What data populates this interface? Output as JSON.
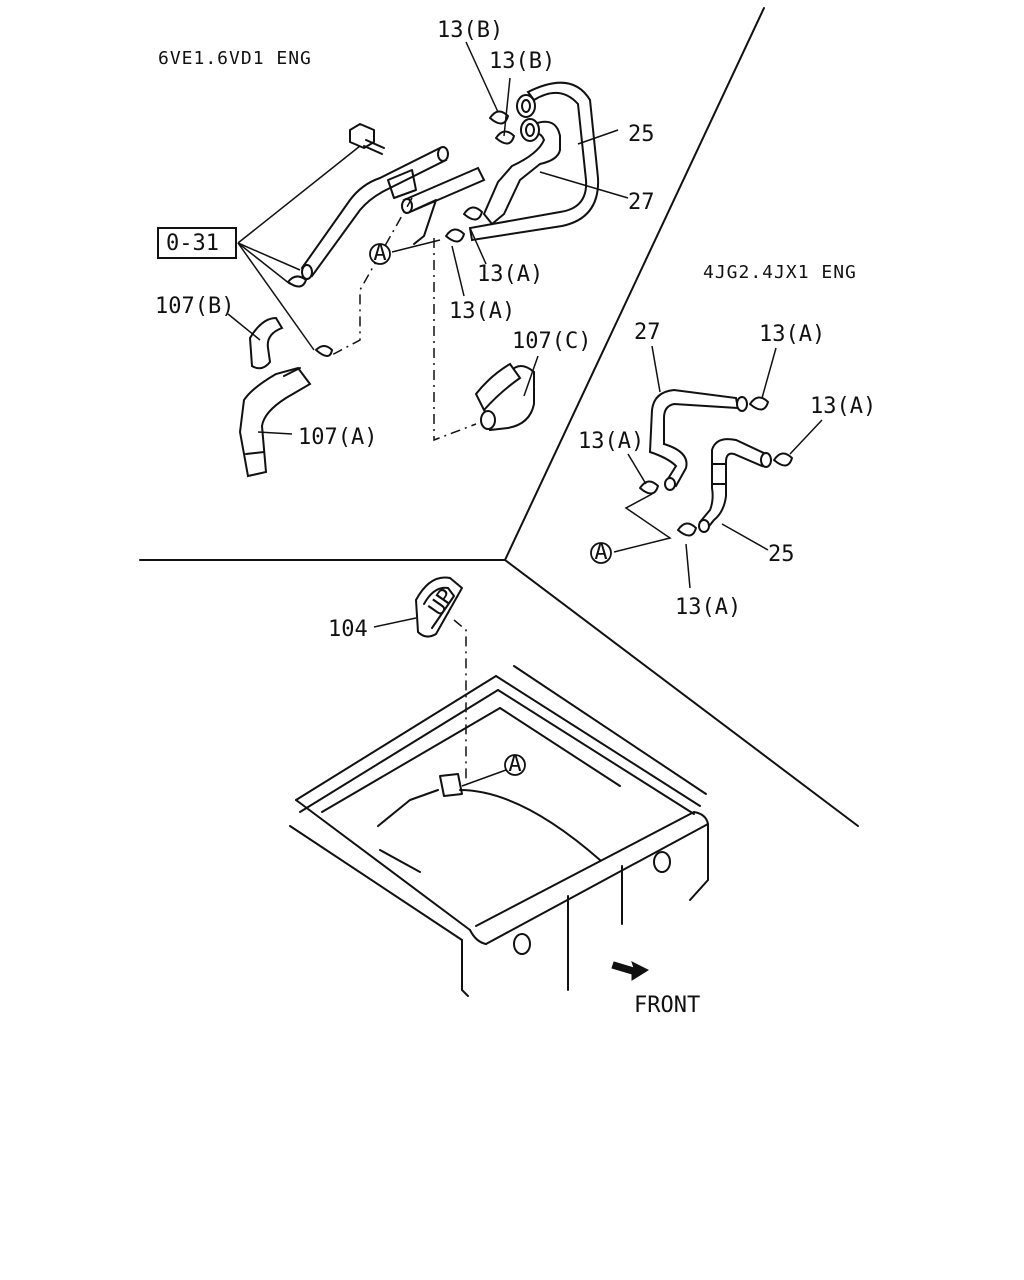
{
  "diagram": {
    "sections": {
      "top_left_title": "6VE1.6VD1 ENG",
      "right_title": "4JG2.4JX1 ENG"
    },
    "callouts": {
      "c13b_top": "13(B)",
      "c13b_2": "13(B)",
      "c25_left": "25",
      "c27_left": "27",
      "c0_31": "0-31",
      "c13a_1": "13(A)",
      "c13a_2": "13(A)",
      "c107b": "107(B)",
      "c107c": "107(C)",
      "c107a": "107(A)",
      "c27_right": "27",
      "c13a_r1": "13(A)",
      "c13a_r2": "13(A)",
      "c13a_r3": "13(A)",
      "c25_right": "25",
      "c13a_r4": "13(A)",
      "c104": "104",
      "front": "FRONT"
    },
    "markers": {
      "a_left": "A",
      "a_right": "A",
      "a_bottom": "A"
    },
    "icons": {
      "front_arrow": "front-direction-arrow-icon",
      "grommet_mark": "UP"
    }
  }
}
